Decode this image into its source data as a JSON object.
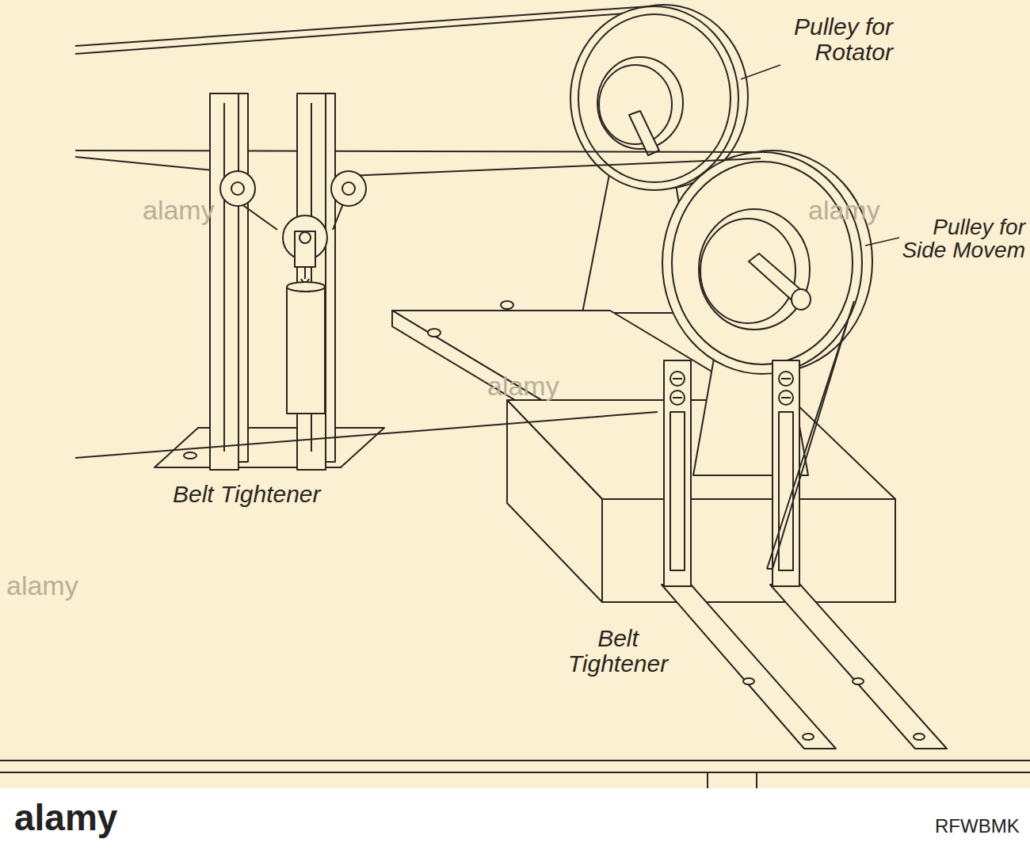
{
  "diagram": {
    "labels": [
      "Pulley for Rotator",
      "Pulley for Side Movem",
      "Belt Tightener",
      "Belt Tightener",
      "alamy",
      "alamy",
      "alamy",
      "alamy",
      "alamy",
      "RFWBMK"
    ]
  }
}
